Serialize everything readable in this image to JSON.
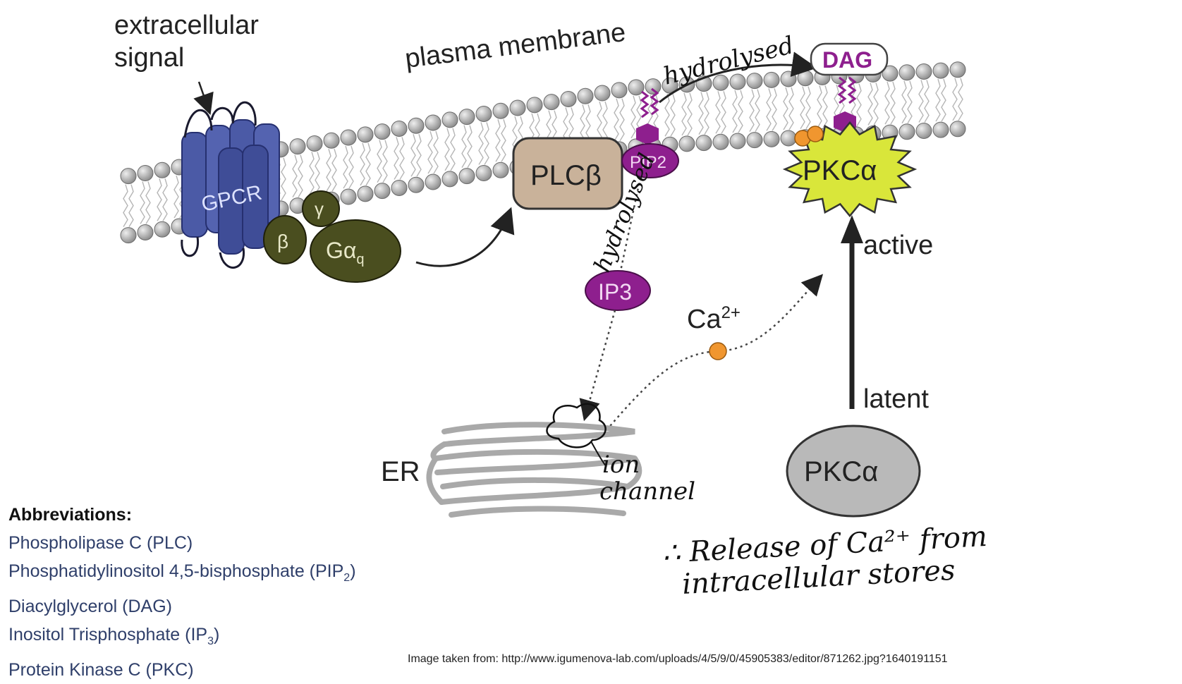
{
  "labels": {
    "extracellular_1": "extracellular",
    "extracellular_2": "signal",
    "plasma_membrane": "plasma membrane",
    "gpcr": "GPCR",
    "beta": "β",
    "gamma": "γ",
    "galpha": "Gα",
    "galpha_sub": "q",
    "plcb": "PLCβ",
    "pip2": "PIP2",
    "dag": "DAG",
    "pkc_active": "PKCα",
    "active": "active",
    "ip3": "IP3",
    "ca": "Ca",
    "ca_sup": "2+",
    "latent": "latent",
    "pkc_latent": "PKCα",
    "er": "ER"
  },
  "handwritten": {
    "hydrolysed_top": "hydrolysed",
    "hydrolysed_side": "hydrolysed",
    "ion_1": "ion",
    "ion_2": "channel",
    "note_1": "∴ Release of Ca²⁺ from",
    "note_2": "intracellular stores"
  },
  "abbreviations": {
    "title": "Abbreviations:",
    "items": [
      {
        "text": "Phospholipase C (PLC)"
      },
      {
        "text": "Phosphatidylinositol 4,5-bisphosphate (PIP",
        "sub": "2",
        "tail": ")"
      },
      {
        "text": "Diacylglycerol (DAG)"
      },
      {
        "text": "Inositol Trisphosphate (IP",
        "sub": "3",
        "tail": ")"
      },
      {
        "text": "Protein Kinase C (PKC)"
      }
    ]
  },
  "credit": "Image taken from: http://www.igumenova-lab.com/uploads/4/5/9/0/45905383/editor/871262.jpg?1640191151",
  "colors": {
    "gpcr": "#4b5aa6",
    "g_protein": "#4a4e1f",
    "plc": "#c9b29a",
    "lipid": "#8e1f8e",
    "pkc_active": "#d9e63a",
    "pkc_latent": "#b9b9b9",
    "calcium": "#f0962f",
    "abbr_text": "#2f3f6a"
  }
}
